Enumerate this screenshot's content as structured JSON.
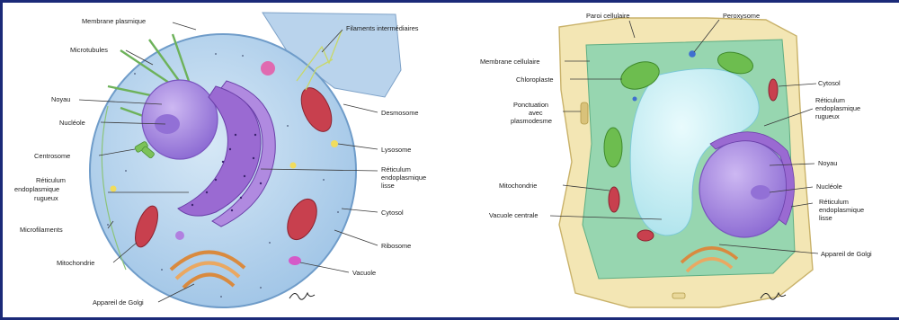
{
  "animal_cell": {
    "labels": {
      "membrane_plasmique": "Membrane plasmique",
      "microtubules": "Microtubules",
      "noyau": "Noyau",
      "nucleole": "Nucléole",
      "centrosome": "Centrosome",
      "reticulum_rugueux": [
        "Réticulum",
        "endoplasmique",
        "rugueux"
      ],
      "microfilaments": "Microfilaments",
      "mitochondrie": "Mitochondrie",
      "appareil_de_golgi": "Appareil de Golgi",
      "filaments_intermediaires": "Filaments intermédiaires",
      "desmosome": "Desmosome",
      "lysosome": "Lysosome",
      "reticulum_lisse": [
        "Réticulum",
        "endoplasmique",
        "lisse"
      ],
      "cytosol": "Cytosol",
      "ribosome": "Ribosome",
      "vacuole": "Vacuole"
    }
  },
  "plant_cell": {
    "labels": {
      "paroi_cellulaire": "Paroi cellulaire",
      "peroxysome": "Peroxysome",
      "membrane_cellulaire": "Membrane cellulaire",
      "chloroplaste": "Chloroplaste",
      "ponctuation": [
        "Ponctuation",
        "avec",
        "plasmodesme"
      ],
      "mitochondrie": "Mitochondrie",
      "vacuole_centrale": "Vacuole centrale",
      "cytosol": "Cytosol",
      "reticulum_rugueux": [
        "Réticulum",
        "endoplasmique",
        "rugueux"
      ],
      "noyau": "Noyau",
      "nucleole": "Nucléole",
      "reticulum_lisse": [
        "Réticulum",
        "endoplasmique",
        "lisse"
      ],
      "appareil_de_golgi": "Appareil de Golgi"
    }
  },
  "colors": {
    "frame": "#1b2a78",
    "animal_cytoplasm": "#bcd8ef",
    "nucleus": "#a98be0",
    "er": "#8a5cc8",
    "mitochondria": "#c0404e",
    "golgi": "#e9a45c",
    "plant_wall": "#f3e6b4",
    "plant_cytoplasm": "#9ad7b2",
    "vacuole": "#c9eef3",
    "chloroplast": "#6dbd4f"
  }
}
